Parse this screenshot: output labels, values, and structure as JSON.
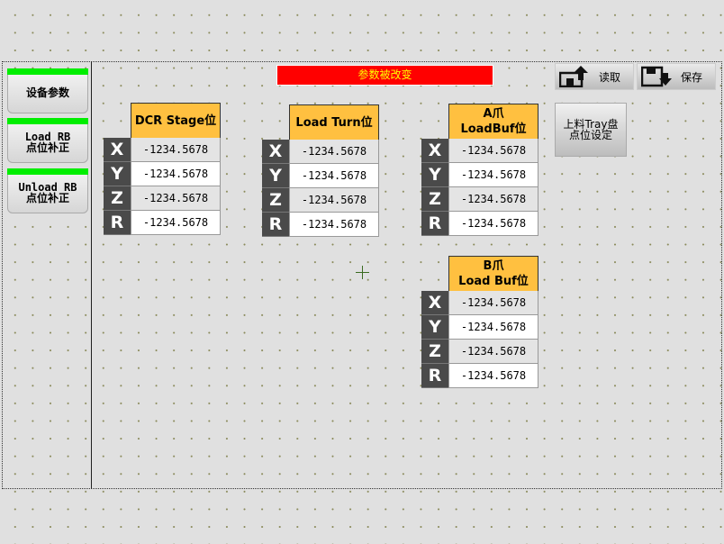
{
  "nav": [
    {
      "label": "设备参数"
    },
    {
      "label": "Load RB\n点位补正"
    },
    {
      "label": "Unload RB\n点位补正"
    }
  ],
  "banner": "参数被改变",
  "toolbar": {
    "read": "读取",
    "save": "保存",
    "tray": "上料Tray盘\n点位设定"
  },
  "colors": {
    "header": "#ffc040",
    "banner": "#ff0000",
    "indicator": "#00ee00"
  },
  "tables": [
    {
      "title": "DCR Stage位",
      "rows": [
        {
          "axis": "X",
          "value": "-1234.5678"
        },
        {
          "axis": "Y",
          "value": "-1234.5678"
        },
        {
          "axis": "Z",
          "value": "-1234.5678"
        },
        {
          "axis": "R",
          "value": "-1234.5678"
        }
      ]
    },
    {
      "title": "Load Turn位",
      "rows": [
        {
          "axis": "X",
          "value": "-1234.5678"
        },
        {
          "axis": "Y",
          "value": "-1234.5678"
        },
        {
          "axis": "Z",
          "value": "-1234.5678"
        },
        {
          "axis": "R",
          "value": "-1234.5678"
        }
      ]
    },
    {
      "title": "A爪\nLoadBuf位",
      "rows": [
        {
          "axis": "X",
          "value": "-1234.5678"
        },
        {
          "axis": "Y",
          "value": "-1234.5678"
        },
        {
          "axis": "Z",
          "value": "-1234.5678"
        },
        {
          "axis": "R",
          "value": "-1234.5678"
        }
      ]
    },
    {
      "title": "B爪\nLoad Buf位",
      "rows": [
        {
          "axis": "X",
          "value": "-1234.5678"
        },
        {
          "axis": "Y",
          "value": "-1234.5678"
        },
        {
          "axis": "Z",
          "value": "-1234.5678"
        },
        {
          "axis": "R",
          "value": "-1234.5678"
        }
      ]
    }
  ]
}
